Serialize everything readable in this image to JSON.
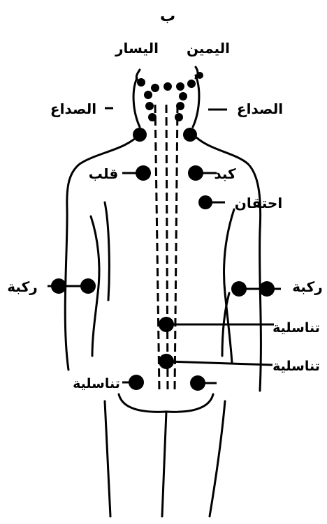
{
  "figure_letter": "ب",
  "sides": {
    "right": "اليمين",
    "left": "اليسار"
  },
  "labels": {
    "headache_left": "الصداع",
    "headache_right": "الصداع",
    "heart": "قلب",
    "liver": "كبد",
    "congestion": "احتقان",
    "knee_left": "ركبة",
    "knee_right": "ركبة",
    "genital_1": "تناسلية",
    "genital_2": "تناسلية",
    "genital_3": "تناسلية"
  },
  "ink_color": "#000000"
}
